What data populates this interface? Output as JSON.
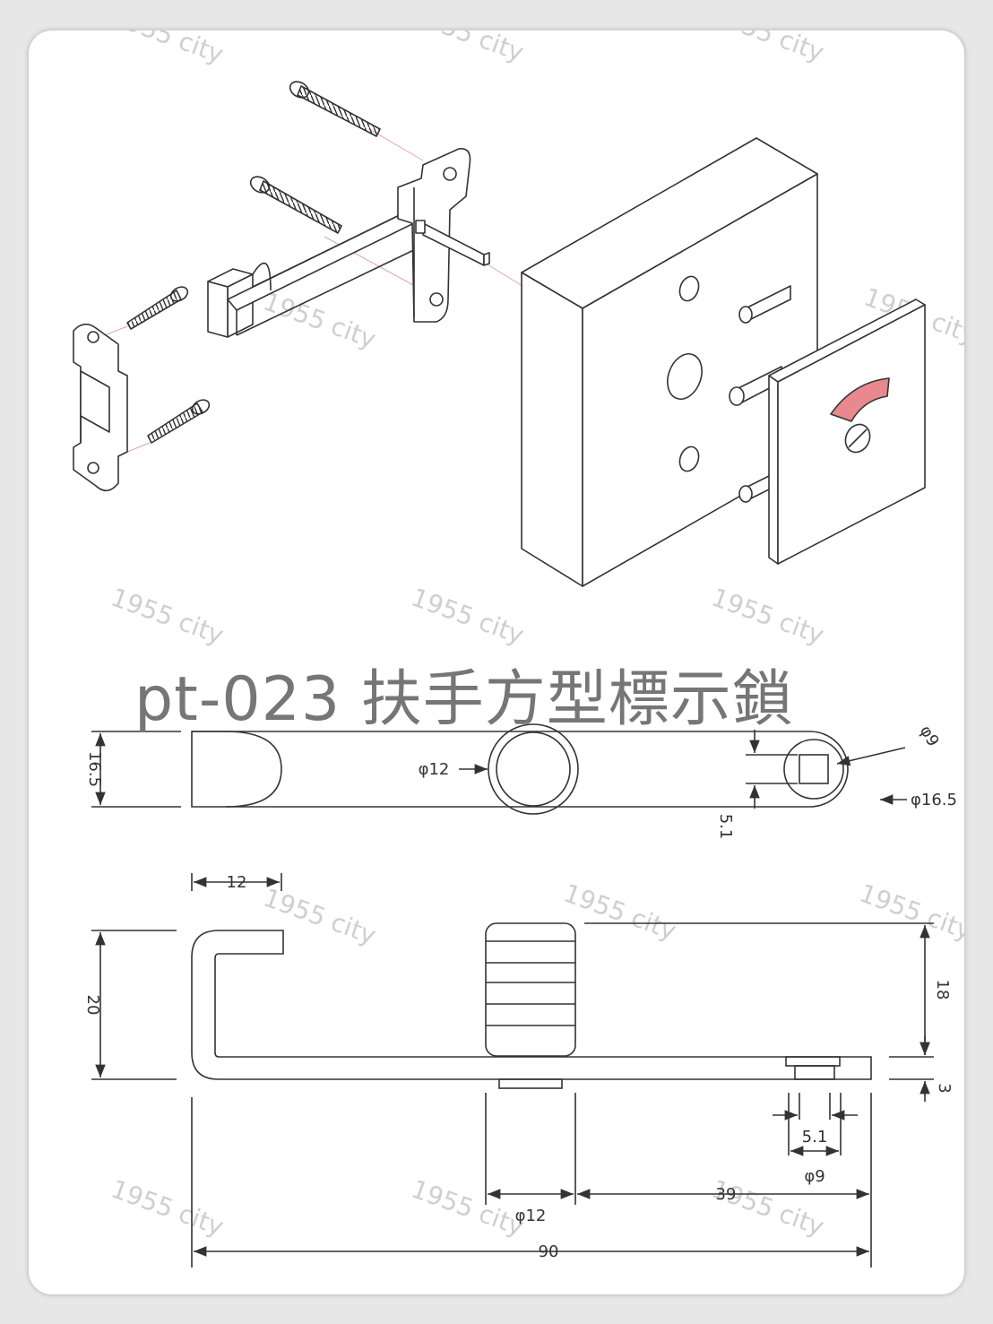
{
  "title": "pt-023 扶手方型標示鎖",
  "watermark": "1955 city",
  "colors": {
    "line": "#333333",
    "indicator_red": "#e8888f",
    "title": "#767676",
    "watermark": "#cfcfcf"
  },
  "top_view": {
    "height": "16.5",
    "hole_diameter": "φ12",
    "inner_diameter": "φ9",
    "outer_diameter": "φ16.5",
    "square_size": "5.1",
    "hook_width": "12"
  },
  "side_view": {
    "height": "20",
    "spindle_height": "18",
    "plate_thickness": "3",
    "square_size": "5.1",
    "spindle_end_diameter": "φ9",
    "spindle_diameter": "φ12",
    "offset": "39",
    "total_length": "90"
  }
}
